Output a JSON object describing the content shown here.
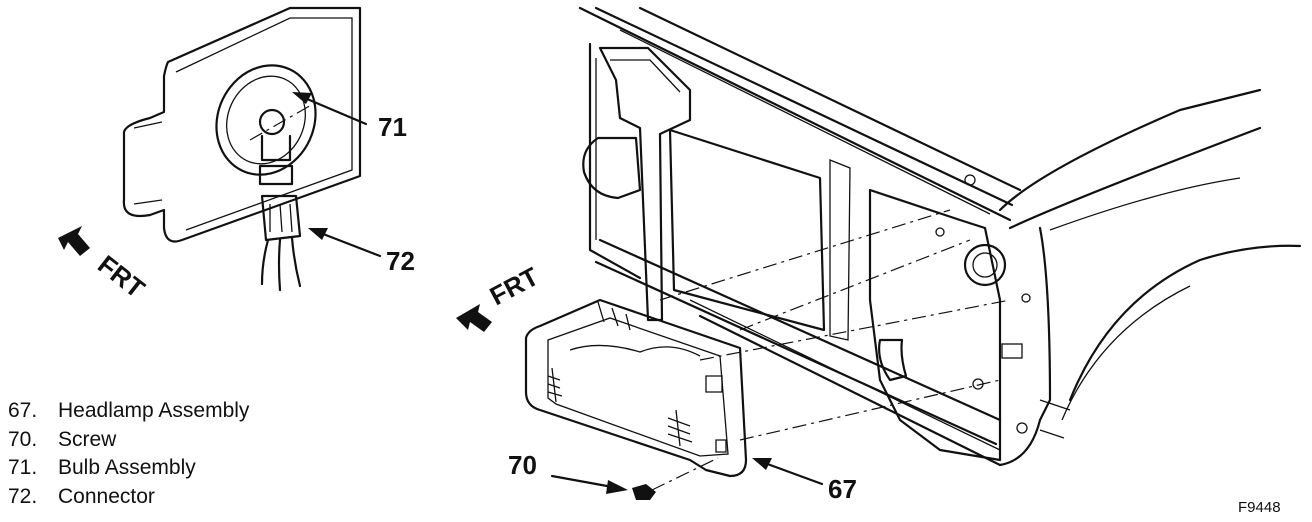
{
  "callouts": {
    "c71": "71",
    "c72": "72",
    "c70": "70",
    "c67": "67"
  },
  "direction": {
    "label_left": "FRT",
    "label_right": "FRT"
  },
  "legend": [
    {
      "number": "67.",
      "label": "Headlamp Assembly"
    },
    {
      "number": "70.",
      "label": "Screw"
    },
    {
      "number": "71.",
      "label": "Bulb Assembly"
    },
    {
      "number": "72.",
      "label": "Connector"
    }
  ],
  "figure_id": "F9448"
}
